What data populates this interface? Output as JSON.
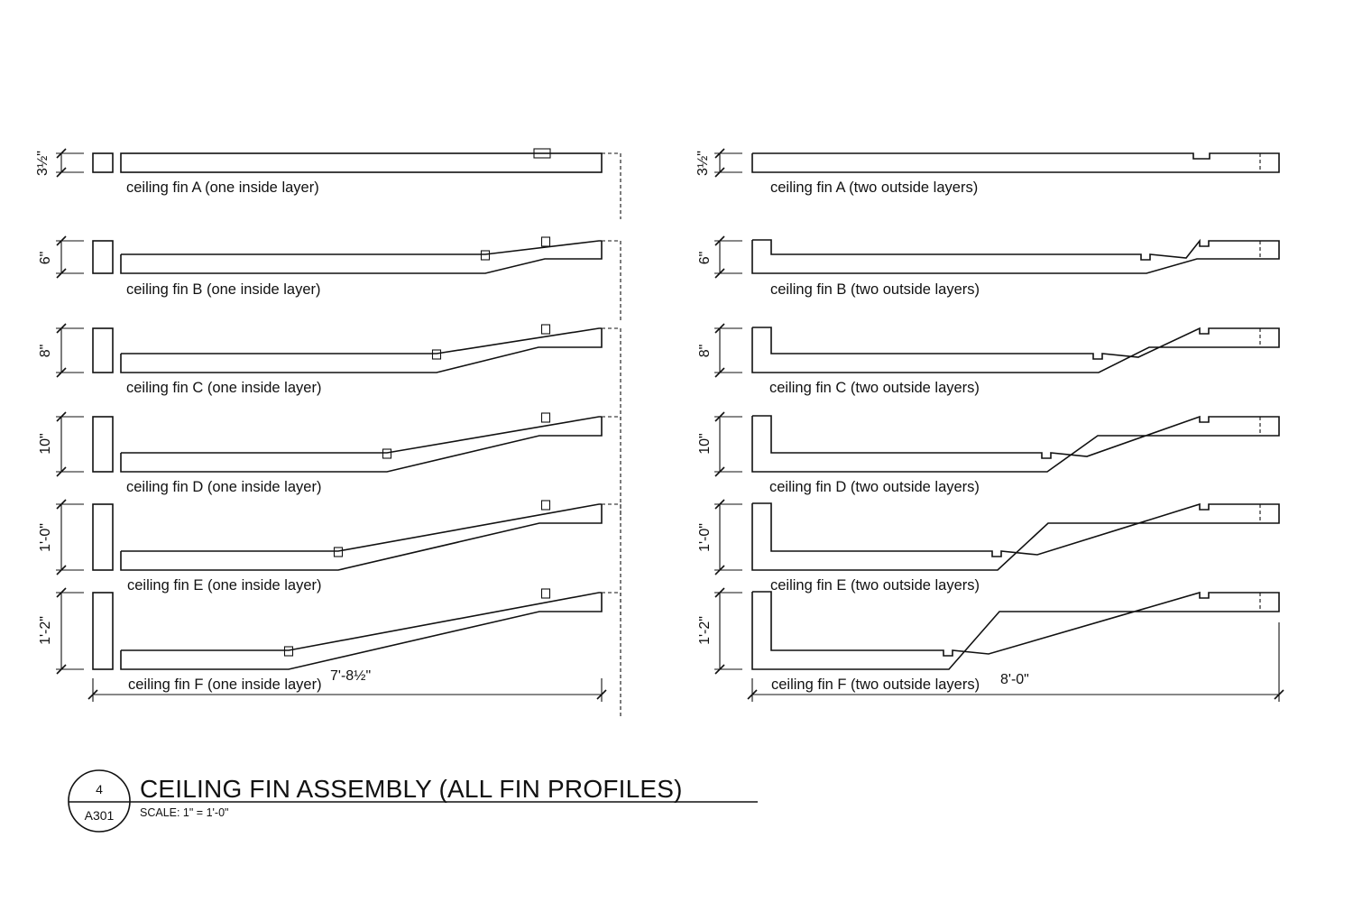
{
  "drawing": {
    "title": "CEILING FIN ASSEMBLY (ALL FIN PROFILES)",
    "scale": "SCALE: 1\" = 1'-0\"",
    "detail_number": "4",
    "sheet_number": "A301"
  },
  "left_column": {
    "overall_dimension": "7'-8½\"",
    "fins": [
      {
        "label": "ceiling fin A (one inside layer)",
        "height": "3½\""
      },
      {
        "label": "ceiling fin B (one inside layer)",
        "height": "6\""
      },
      {
        "label": "ceiling fin C (one inside layer)",
        "height": "8\""
      },
      {
        "label": "ceiling fin D (one inside layer)",
        "height": "10\""
      },
      {
        "label": "ceiling fin E (one inside layer)",
        "height": "1'-0\""
      },
      {
        "label": "ceiling fin F (one inside layer)",
        "height": "1'-2\""
      }
    ]
  },
  "right_column": {
    "overall_dimension": "8'-0\"",
    "fins": [
      {
        "label": "ceiling fin A (two outside layers)",
        "height": "3½\""
      },
      {
        "label": "ceiling fin B (two outside layers)",
        "height": "6\""
      },
      {
        "label": "ceiling fin C (two outside layers)",
        "height": "8\""
      },
      {
        "label": "ceiling fin D (two outside layers)",
        "height": "10\""
      },
      {
        "label": "ceiling fin E (two outside layers)",
        "height": "1'-0\""
      },
      {
        "label": "ceiling fin F (two outside layers)",
        "height": "1'-2\""
      }
    ]
  }
}
